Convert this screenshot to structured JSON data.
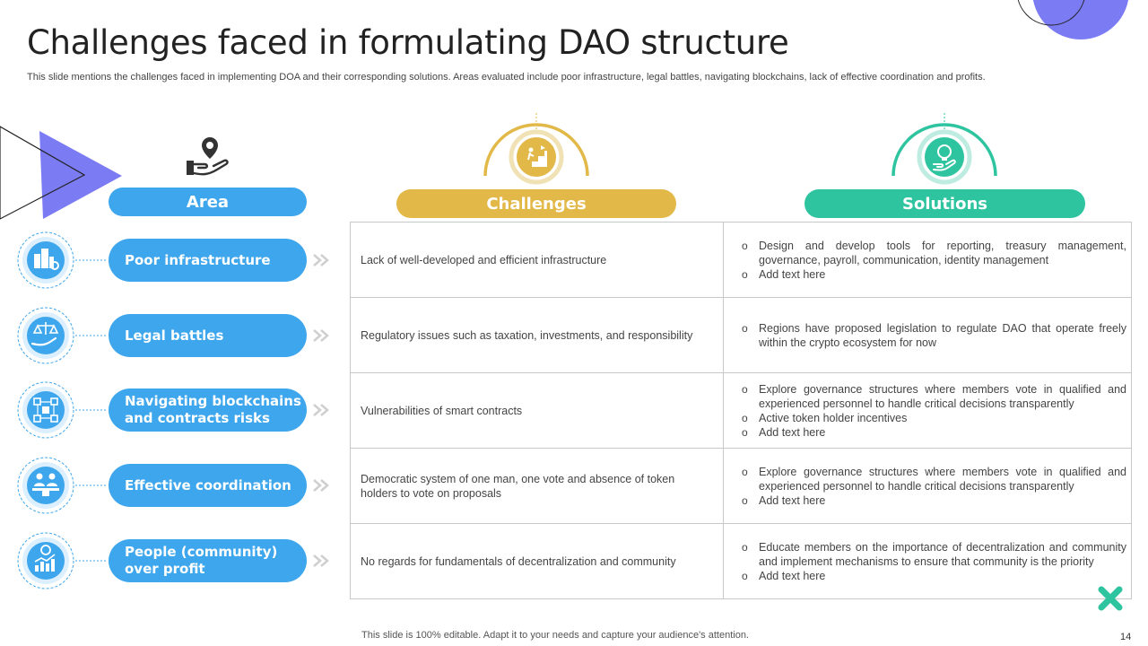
{
  "slide": {
    "title": "Challenges faced in formulating DAO structure",
    "subtitle": "This slide mentions the challenges faced in implementing DOA and their corresponding solutions. Areas evaluated include poor infrastructure, legal battles, navigating blockchains, lack of effective coordination and profits.",
    "footer": "This slide is 100% editable. Adapt it to your needs and capture your audience's attention.",
    "page_number": "14"
  },
  "headers": {
    "area": "Area",
    "challenges": "Challenges",
    "solutions": "Solutions"
  },
  "icons": {
    "area_header": "location-hand-icon",
    "challenges_header": "stairs-goal-icon",
    "solutions_header": "idea-hand-icon",
    "close": "close-x-icon"
  },
  "colors": {
    "area_blue": "#3ea6ec",
    "challenges_gold": "#e2b848",
    "solutions_teal": "#2ec4a0",
    "accent_purple": "#7b7bf4",
    "close_green": "#2ec4a0"
  },
  "rows": [
    {
      "area": "Poor infrastructure",
      "icon": "buildings-gear-icon",
      "challenge": "Lack of well-developed  and efficient infrastructure",
      "solutions": [
        "Design and develop tools for reporting, treasury management, governance, payroll, communication, identity management",
        "Add text here"
      ]
    },
    {
      "area": "Legal battles",
      "icon": "scales-hand-icon",
      "challenge": "Regulatory issues such as taxation, investments, and responsibility",
      "solutions": [
        "Regions have proposed legislation to regulate DAO that operate freely within the crypto ecosystem for now"
      ]
    },
    {
      "area": "Navigating blockchains and contracts risks",
      "icon": "blockchain-network-icon",
      "challenge": "Vulnerabilities of smart contracts",
      "solutions": [
        "Explore governance structures where members vote in qualified and experienced personnel to handle critical decisions transparently",
        "Active token holder incentives",
        "Add text here"
      ]
    },
    {
      "area": "Effective coordination",
      "icon": "team-meeting-icon",
      "challenge": "Democratic system of one man, one vote and absence of token holders to vote on proposals",
      "solutions": [
        "Explore governance structures where members vote in qualified and experienced personnel to handle critical decisions transparently",
        "Add text here"
      ]
    },
    {
      "area": "People (community) over profit",
      "icon": "coin-growth-chart-icon",
      "challenge": "No regards for fundamentals  of decentralization and community",
      "solutions": [
        "Educate members on the importance of decentralization and community and implement mechanisms to ensure that community is the priority",
        "Add text here"
      ]
    }
  ]
}
